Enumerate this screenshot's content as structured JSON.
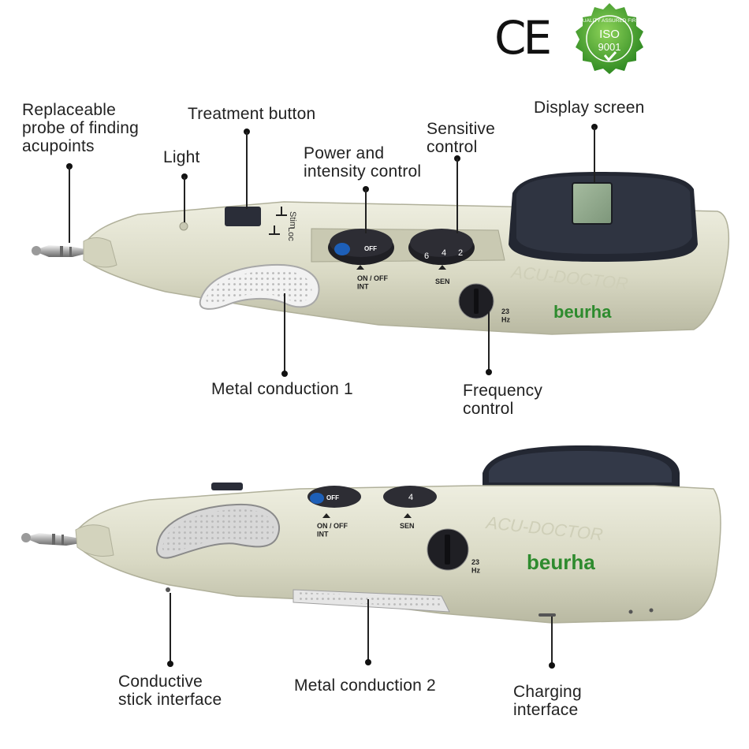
{
  "certifications": {
    "ce_mark": "CE",
    "iso_seal_top": "QUALITY ASSURED FIRM",
    "iso_seal_main": "ISO",
    "iso_seal_number": "9001",
    "iso_color": "#3a9a2a"
  },
  "device": {
    "brand": "beurha",
    "model_watermark": "ACU-DOCTOR",
    "body_color": "#dcdcc8",
    "screen_color": "#8fa88a",
    "dial_power_text": "OFF",
    "dial_power_label": "ON / OFF\nINT",
    "dial_sens_digits": [
      "6",
      "4",
      "2"
    ],
    "dial_sens_label": "SEN",
    "freq_label": "23\nHz",
    "button_labels": [
      "Stim",
      "Loc"
    ]
  },
  "callouts_top": {
    "probe": "Replaceable\nprobe of finding\nacupoints",
    "treatment_button": "Treatment button",
    "light": "Light",
    "power_intensity": "Power and\nintensity control",
    "sensitive_control": "Sensitive\ncontrol",
    "display_screen": "Display screen",
    "metal_conduction_1": "Metal conduction 1",
    "frequency_control": "Frequency\ncontrol"
  },
  "callouts_bottom": {
    "conductive_stick": "Conductive\nstick interface",
    "metal_conduction_2": "Metal conduction 2",
    "charging_interface": "Charging\ninterface"
  }
}
